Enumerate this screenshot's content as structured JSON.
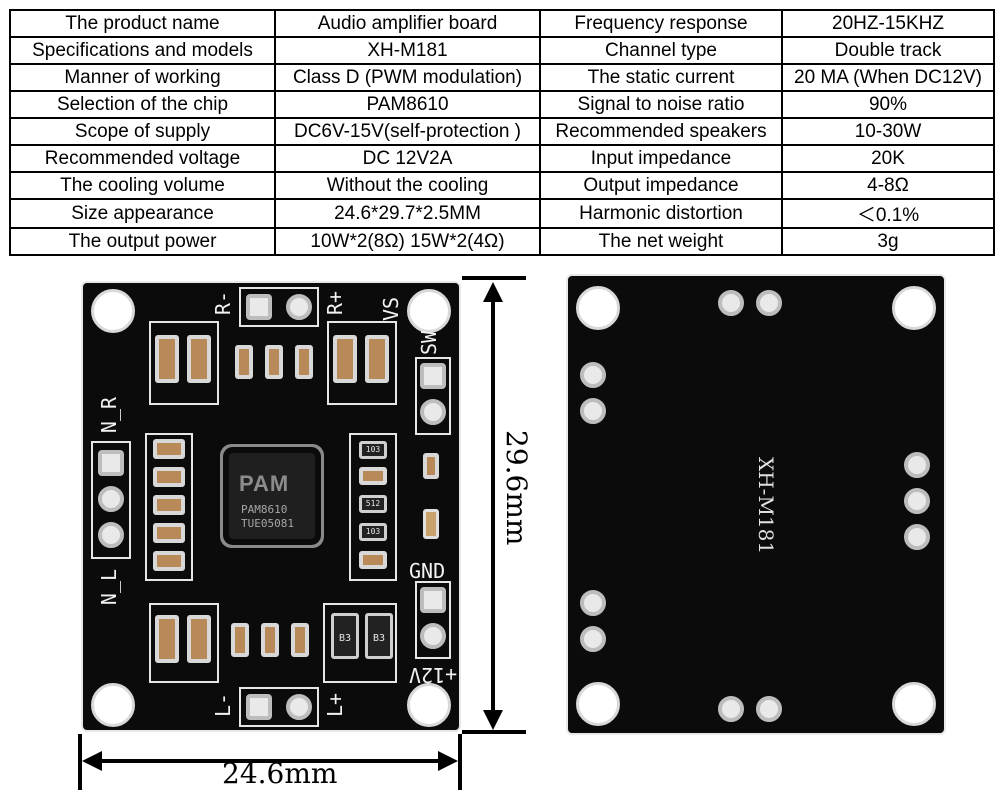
{
  "spec_table": {
    "rows": [
      [
        "The product name",
        "Audio amplifier board",
        "Frequency response",
        "20HZ-15KHZ"
      ],
      [
        "Specifications and models",
        "XH-M181",
        "Channel type",
        "Double track"
      ],
      [
        "Manner of working",
        "Class D (PWM modulation)",
        "The static current",
        "20 MA (When DC12V)"
      ],
      [
        "Selection of the chip",
        "PAM8610",
        "Signal to noise ratio",
        "90%"
      ],
      [
        "Scope of supply",
        "DC6V-15V(self-protection )",
        "Recommended speakers",
        "10-30W"
      ],
      [
        "Recommended voltage",
        "DC 12V2A",
        "Input impedance",
        "20K"
      ],
      [
        "The cooling volume",
        "Without the cooling",
        "Output impedance",
        "4-8Ω"
      ],
      [
        "Size appearance",
        "24.6*29.7*2.5MM",
        "Harmonic distortion",
        "＜0.1%"
      ],
      [
        "The output power",
        "10W*2(8Ω)   15W*2(4Ω)",
        "The net weight",
        "3g"
      ]
    ]
  },
  "front_board": {
    "silkscreen": {
      "r_minus": "R-",
      "r_plus": "R+",
      "vs": "VS",
      "sw": "SW",
      "n_r": "N_R",
      "n_l": "N_L",
      "gnd": "GND",
      "plus12v": "+12V",
      "l_minus": "L-",
      "l_plus": "L+"
    },
    "chip": {
      "logo": "PAM",
      "model": "PAM8610",
      "code": "TUE05081"
    },
    "resistor_codes": [
      "103",
      "512",
      "103"
    ],
    "diode_codes": [
      "B3",
      "B3"
    ]
  },
  "back_board": {
    "label": "XH-M181"
  },
  "dimensions": {
    "height_label": "29.6mm",
    "width_label": "24.6mm"
  }
}
